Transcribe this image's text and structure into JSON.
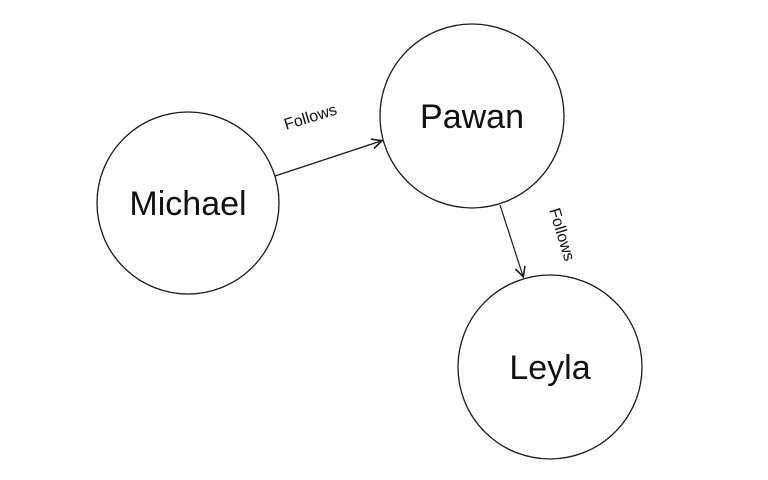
{
  "diagram": {
    "type": "directed-graph",
    "nodes": [
      {
        "id": "michael",
        "label": "Michael"
      },
      {
        "id": "pawan",
        "label": "Pawan"
      },
      {
        "id": "leyla",
        "label": "Leyla"
      }
    ],
    "edges": [
      {
        "from": "michael",
        "to": "pawan",
        "label": "Follows"
      },
      {
        "from": "pawan",
        "to": "leyla",
        "label": "Follows"
      }
    ],
    "colors": {
      "background": "#ffffff",
      "node_fill": "#ffffff",
      "node_stroke": "#1a1a1a",
      "edge_stroke": "#1a1a1a",
      "text": "#111111"
    }
  }
}
